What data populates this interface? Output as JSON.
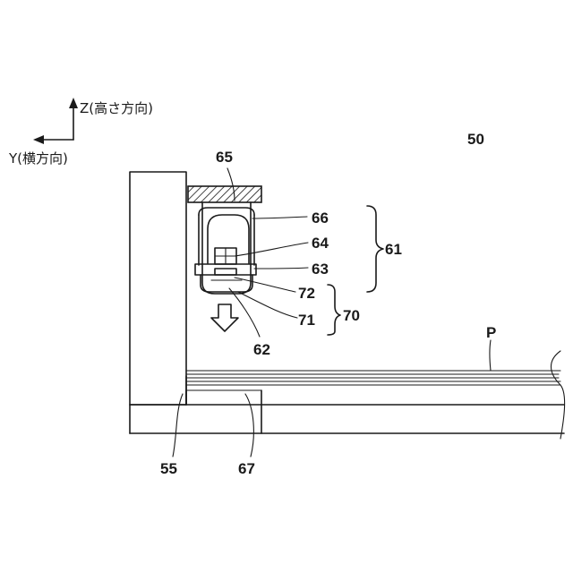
{
  "axes": {
    "z_label": "Z(高さ方向)",
    "y_label": "Y(横方向)"
  },
  "labels": {
    "l50": "50",
    "l65": "65",
    "l66": "66",
    "l64": "64",
    "l63": "63",
    "l61": "61",
    "l72": "72",
    "l71": "71",
    "l70": "70",
    "l62": "62",
    "lP": "P",
    "l55": "55",
    "l67": "67"
  }
}
